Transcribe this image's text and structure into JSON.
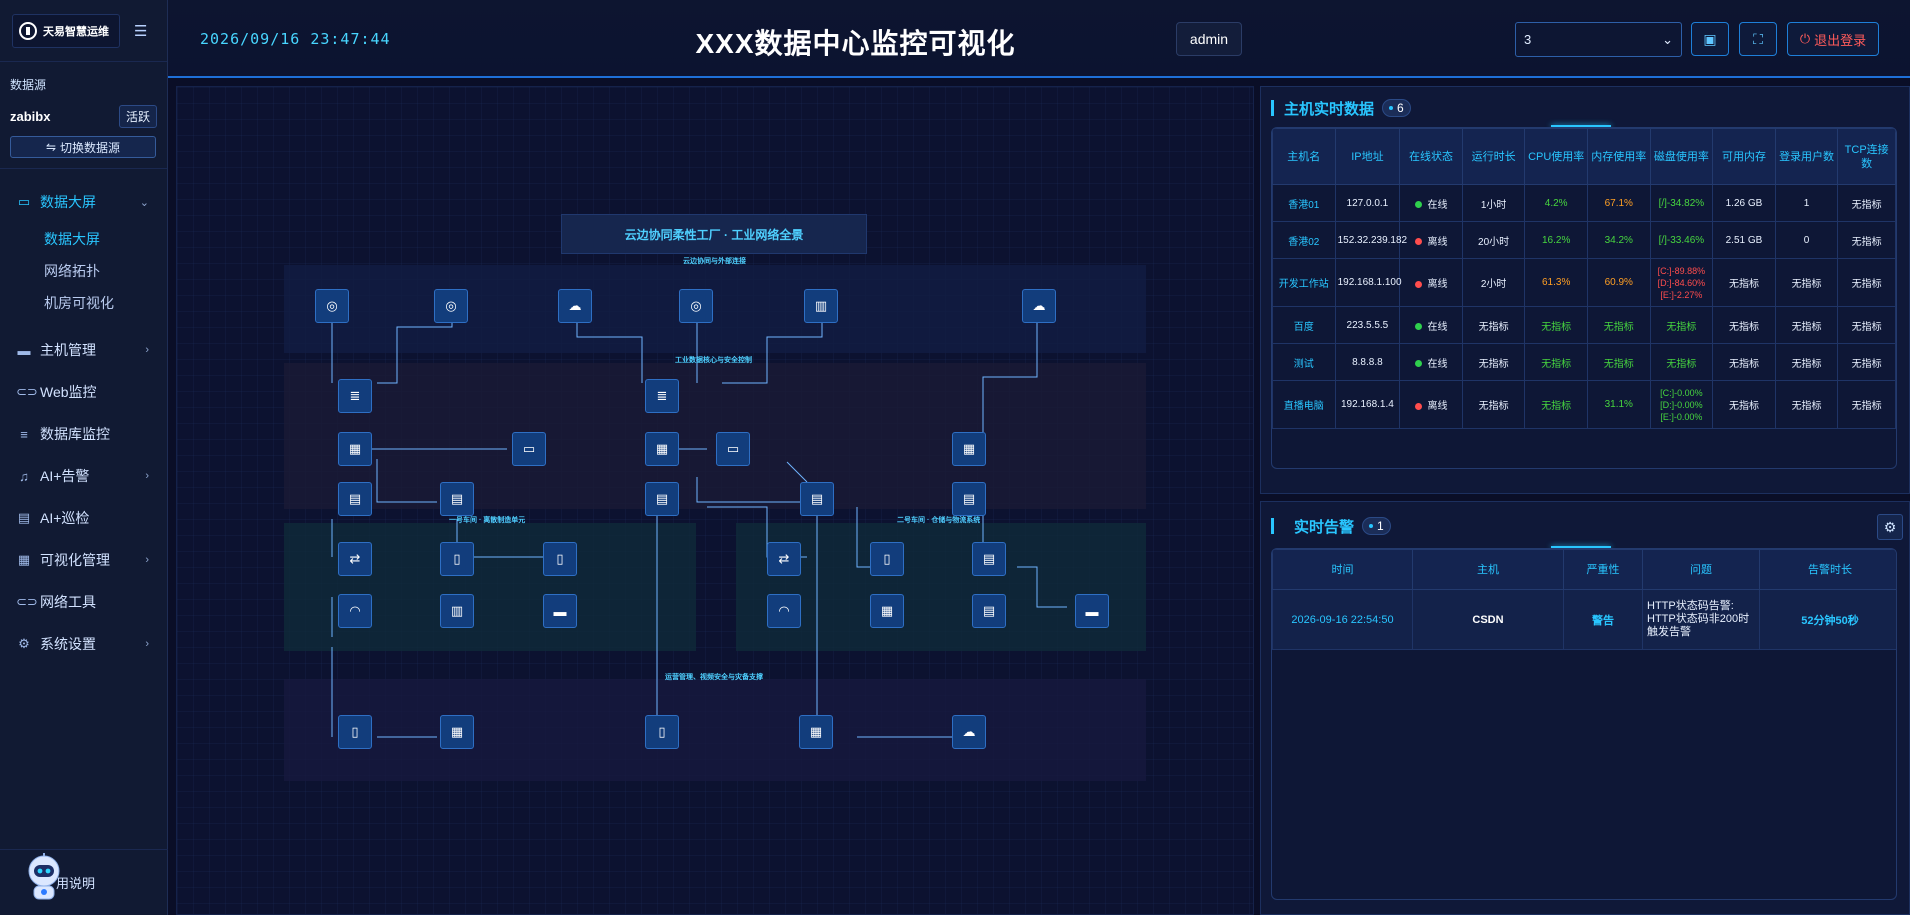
{
  "sidebar": {
    "logo_text": "天易智慧运维",
    "datasource_label": "数据源",
    "datasource_name": "zabibx",
    "datasource_status": "活跃",
    "switch_label": "切换数据源",
    "menu": [
      {
        "label": "数据大屏",
        "icon": "monitor-icon"
      },
      {
        "label": "主机管理",
        "icon": "desktop-icon"
      },
      {
        "label": "Web监控",
        "icon": "link-icon"
      },
      {
        "label": "数据库监控",
        "icon": "database-icon"
      },
      {
        "label": "AI+告警",
        "icon": "bell-icon"
      },
      {
        "label": "AI+巡检",
        "icon": "document-icon"
      },
      {
        "label": "可视化管理",
        "icon": "grid-icon"
      },
      {
        "label": "网络工具",
        "icon": "link-icon"
      },
      {
        "label": "系统设置",
        "icon": "gear-icon"
      }
    ],
    "submenu": [
      "数据大屏",
      "网络拓扑",
      "机房可视化"
    ],
    "help": "用说明"
  },
  "header": {
    "datetime": "2026/09/16 23:47:44",
    "title": "XXX数据中心监控可视化",
    "user": "admin",
    "select_value": "3",
    "logout": "退出登录"
  },
  "topology": {
    "title": "云边协同柔性工厂 · 工业网络全景",
    "zones": [
      "云边协同与外部连接",
      "工业数据核心与安全控制",
      "一号车间 · 离散制造单元",
      "二号车间 · 仓储与物流系统",
      "运营管理、视频安全与灾备支撑"
    ]
  },
  "host_panel": {
    "title": "主机实时数据",
    "count": "6",
    "columns": [
      "主机名",
      "IP地址",
      "在线状态",
      "运行时长",
      "CPU使用率",
      "内存使用率",
      "磁盘使用率",
      "可用内存",
      "登录用户数",
      "TCP连接数"
    ],
    "rows": [
      {
        "name": "香港01",
        "ip": "127.0.0.1",
        "status": "在线",
        "online": true,
        "uptime": "1小时",
        "cpu": "4.2%",
        "mem": "67.1%",
        "disk": [
          "[/]-34.82%"
        ],
        "free": "1.26 GB",
        "users": "1",
        "tcp": "无指标"
      },
      {
        "name": "香港02",
        "ip": "152.32.239.182",
        "status": "离线",
        "online": false,
        "uptime": "20小时",
        "cpu": "16.2%",
        "mem": "34.2%",
        "disk": [
          "[/]-33.46%"
        ],
        "free": "2.51 GB",
        "users": "0",
        "tcp": "无指标"
      },
      {
        "name": "开发工作站",
        "ip": "192.168.1.100",
        "status": "离线",
        "online": false,
        "uptime": "2小时",
        "cpu": "61.3%",
        "mem": "60.9%",
        "disk": [
          "[C:]-89.88%",
          "[D:]-84.60%",
          "[E:]-2.27%"
        ],
        "free": "无指标",
        "users": "无指标",
        "tcp": "无指标"
      },
      {
        "name": "百度",
        "ip": "223.5.5.5",
        "status": "在线",
        "online": true,
        "uptime": "无指标",
        "cpu": "无指标",
        "mem": "无指标",
        "disk": [
          "无指标"
        ],
        "free": "无指标",
        "users": "无指标",
        "tcp": "无指标"
      },
      {
        "name": "测试",
        "ip": "8.8.8.8",
        "status": "在线",
        "online": true,
        "uptime": "无指标",
        "cpu": "无指标",
        "mem": "无指标",
        "disk": [
          "无指标"
        ],
        "free": "无指标",
        "users": "无指标",
        "tcp": "无指标"
      },
      {
        "name": "直播电脑",
        "ip": "192.168.1.4",
        "status": "离线",
        "online": false,
        "uptime": "无指标",
        "cpu": "无指标",
        "mem": "31.1%",
        "disk": [
          "[C:]-0.00%",
          "[D:]-0.00%",
          "[E:]-0.00%"
        ],
        "free": "无指标",
        "users": "无指标",
        "tcp": "无指标"
      }
    ]
  },
  "alert_panel": {
    "title": "实时告警",
    "count": "1",
    "columns": [
      "时间",
      "主机",
      "严重性",
      "问题",
      "告警时长"
    ],
    "rows": [
      {
        "time": "2026-09-16 22:54:50",
        "host": "CSDN",
        "severity": "警告",
        "problem": "HTTP状态码告警: HTTP状态码非200时触发告警",
        "duration": "52分钟50秒"
      }
    ]
  }
}
